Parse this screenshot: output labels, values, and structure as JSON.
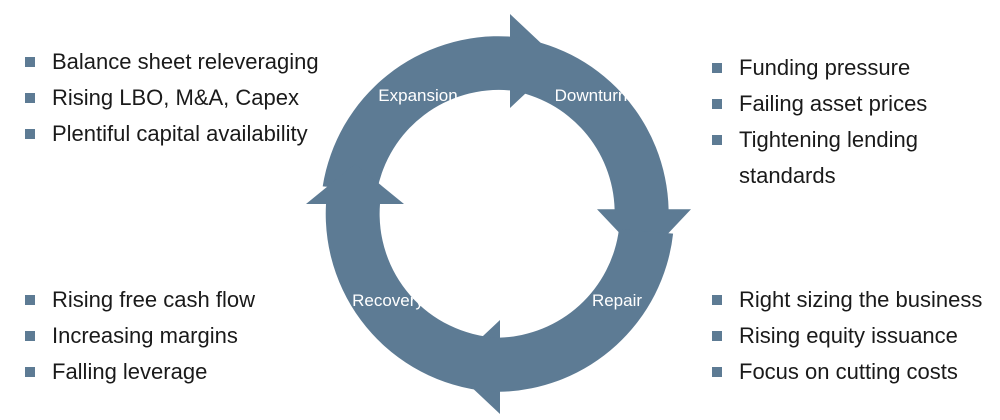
{
  "colors": {
    "arrow": "#5d7b94",
    "bullet": "#5d7b94",
    "text": "#1a1a1a",
    "label": "#ffffff"
  },
  "phases": {
    "expansion": "Expansion",
    "downturn": "Downturn",
    "repair": "Repair",
    "recovery": "Recovery"
  },
  "lists": {
    "expansion": [
      "Balance sheet releveraging",
      "Rising LBO, M&A, Capex",
      "Plentiful capital availability"
    ],
    "downturn": [
      "Funding pressure",
      "Failing asset prices",
      "Tightening lending standards"
    ],
    "recovery": [
      "Rising free cash flow",
      "Increasing margins",
      "Falling leverage"
    ],
    "repair": [
      "Right sizing the business",
      "Rising equity issuance",
      "Focus on cutting costs"
    ]
  }
}
